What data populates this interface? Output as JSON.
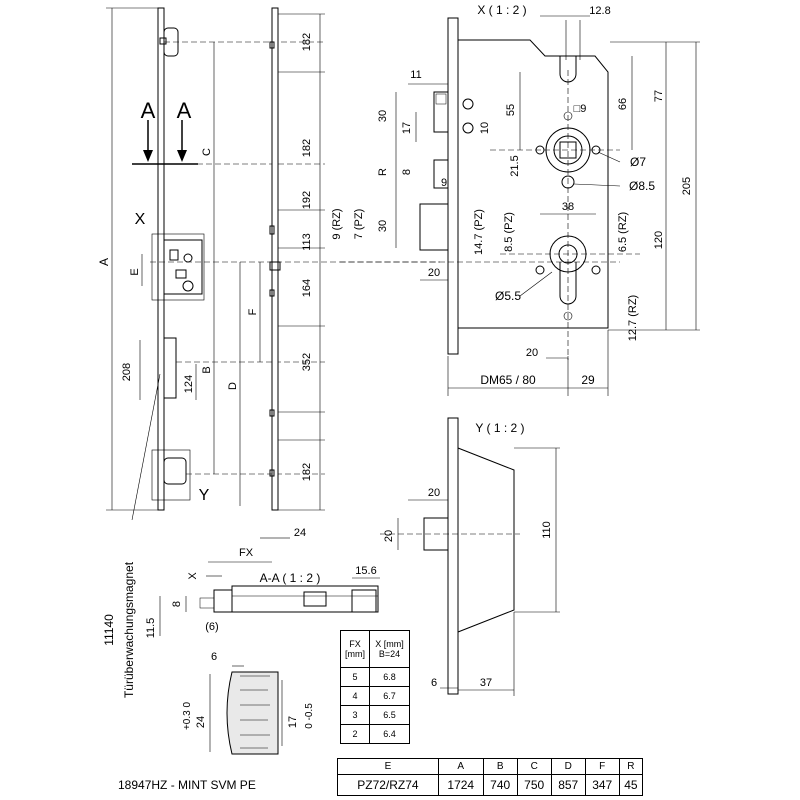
{
  "view_titles": {
    "detail_x": "X ( 1 : 2 )",
    "detail_y": "Y ( 1 : 2 )",
    "section_aa": "A-A ( 1 : 2 )",
    "section_mark_left": "A",
    "section_mark_right": "A",
    "ref_x": "X",
    "ref_y": "Y"
  },
  "front_view": {
    "overall_label": "A",
    "c_label": "C",
    "b_label": "B",
    "d_label": "D",
    "f_label": "F",
    "e_label": "E",
    "plate_208": "208",
    "plate_124": "124",
    "dims": [
      "182",
      "182",
      "192",
      "113",
      "164",
      "352",
      "182"
    ],
    "dim_24": "24",
    "magnet_code": "11140",
    "magnet_label": "Türüberwachungsmagnet"
  },
  "detail_x": {
    "dim_12_8": "12.8",
    "dim_11": "11",
    "dim_30_top": "30",
    "dim_17": "17",
    "dim_8": "8",
    "dim_9": "9",
    "dim_r": "R",
    "dim_30_mid": "30",
    "dim_9_rz": "9 (RZ)",
    "dim_7_pz": "7 (PZ)",
    "dim_20_left": "20",
    "dim_10": "10",
    "dim_55": "55",
    "dim_66": "66",
    "dim_77": "77",
    "dim_205": "205",
    "dim_120": "120",
    "dim_sq9": "□9",
    "dim_21_5": "21.5",
    "dim_d7": "Ø7",
    "dim_d8_5": "Ø8.5",
    "dim_38": "38",
    "dim_14_7_pz": "14.7 (PZ)",
    "dim_8_5_pz": "8.5 (PZ)",
    "dim_6_5_rz": "6.5 (RZ)",
    "dim_d5_5": "Ø5.5",
    "dim_12_7_rz": "12.7 (RZ)",
    "dim_20_bottom": "20",
    "dim_dm": "DM65 / 80",
    "dim_29": "29"
  },
  "detail_y": {
    "dim_20_top": "20",
    "dim_20_side": "20",
    "dim_110": "110",
    "dim_6": "6",
    "dim_37": "37"
  },
  "section_aa": {
    "dim_fx": "FX",
    "dim_x": "X",
    "dim_15_6": "15.6",
    "dim_8": "8",
    "dim_11_5": "11.5",
    "dim_6_paren": "(6)"
  },
  "profile": {
    "dim_6": "6",
    "dim_24": "24",
    "tol_24": "+0.3 0",
    "dim_17": "17",
    "tol_17": "0 -0.5"
  },
  "fx_table": {
    "headers": [
      "FX [mm]",
      "X [mm] B=24"
    ],
    "rows": [
      [
        "5",
        "6.8"
      ],
      [
        "4",
        "6.7"
      ],
      [
        "3",
        "6.5"
      ],
      [
        "2",
        "6.4"
      ]
    ]
  },
  "spec_table": {
    "headers": [
      "E",
      "A",
      "B",
      "C",
      "D",
      "F",
      "R"
    ],
    "row": [
      "PZ72/RZ74",
      "1724",
      "740",
      "750",
      "857",
      "347",
      "45"
    ]
  },
  "product_name": "18947HZ - MINT SVM PE"
}
